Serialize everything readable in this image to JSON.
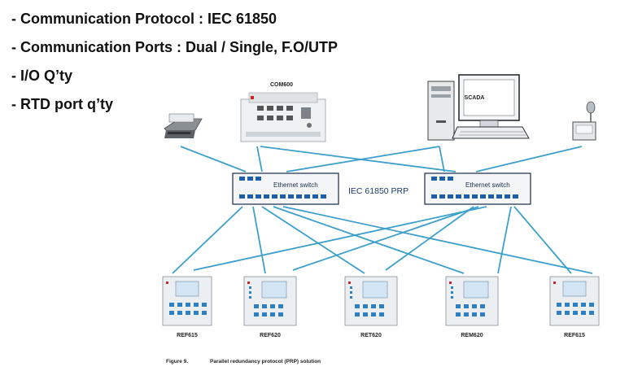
{
  "bullets": [
    "- Communication Protocol : IEC 61850",
    "- Communication Ports : Dual / Single, F.O/UTP",
    "- I/O Q’ty",
    "- RTD port q’ty"
  ],
  "diagram": {
    "top_devices": {
      "printer": {
        "icon": "printer-icon"
      },
      "com600": {
        "label": "COM600",
        "icon": "gateway-icon"
      },
      "scada": {
        "label": "SCADA",
        "icon": "workstation-icon"
      },
      "gps": {
        "icon": "gps-clock-icon"
      }
    },
    "switches": [
      {
        "label": "Ethernet switch"
      },
      {
        "label": "Ethernet switch"
      }
    ],
    "network_label": "IEC 61850 PRP",
    "relays": [
      "REF615",
      "REF620",
      "RET620",
      "REM620",
      "REF615"
    ],
    "caption_number": "Figure 9.",
    "caption_text": "Parallel redundancy protocol (PRP) solution",
    "colors": {
      "link": "#3d9fcc",
      "switch": "#1f5fa8",
      "switch_border": "#1a2a4a"
    }
  }
}
